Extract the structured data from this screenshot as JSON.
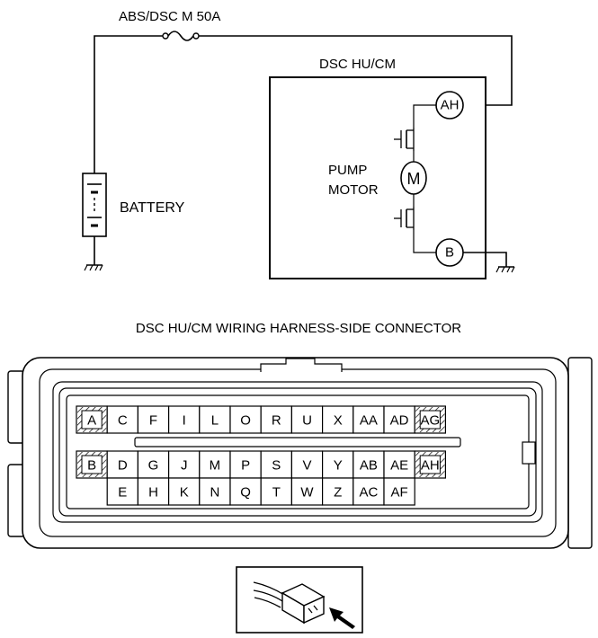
{
  "schematic": {
    "fuse_label": "ABS/DSC M 50A",
    "module_label": "DSC HU/CM",
    "battery_label": "BATTERY",
    "motor_label_line1": "PUMP",
    "motor_label_line2": "MOTOR",
    "motor_symbol": "M",
    "terminal_top": "AH",
    "terminal_bottom": "B"
  },
  "connector": {
    "title": "DSC HU/CM WIRING HARNESS-SIDE CONNECTOR",
    "hatched_pins": [
      "A",
      "AG",
      "B",
      "AH"
    ],
    "row1": [
      "A",
      "C",
      "F",
      "I",
      "L",
      "O",
      "R",
      "U",
      "X",
      "AA",
      "AD",
      "AG"
    ],
    "row2": [
      "B",
      "D",
      "G",
      "J",
      "M",
      "P",
      "S",
      "V",
      "Y",
      "AB",
      "AE",
      "AH"
    ],
    "row3": [
      "E",
      "H",
      "K",
      "N",
      "Q",
      "T",
      "W",
      "Z",
      "AC",
      "AF"
    ]
  },
  "icons": {
    "connector_view": "harness-connector-with-arrow-icon"
  }
}
